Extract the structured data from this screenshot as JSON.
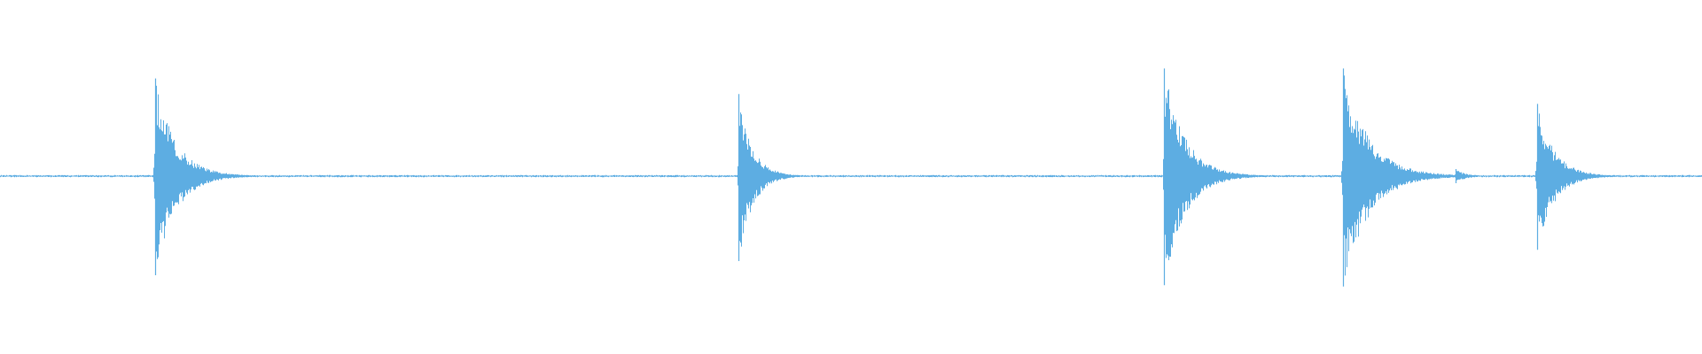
{
  "waveform": {
    "color": "#5dade2",
    "background": "#ffffff",
    "transients": [
      {
        "position": 0.091,
        "amplitude_up": 0.69,
        "amplitude_down": 0.7,
        "decay": 0.012
      },
      {
        "position": 0.434,
        "amplitude_up": 0.58,
        "amplitude_down": 0.6,
        "decay": 0.008
      },
      {
        "position": 0.684,
        "amplitude_up": 0.76,
        "amplitude_down": 0.77,
        "decay": 0.012
      },
      {
        "position": 0.789,
        "amplitude_up": 0.76,
        "amplitude_down": 0.78,
        "decay": 0.015
      },
      {
        "position": 0.855,
        "amplitude_up": 0.05,
        "amplitude_down": 0.05,
        "decay": 0.006
      },
      {
        "position": 0.903,
        "amplitude_up": 0.51,
        "amplitude_down": 0.52,
        "decay": 0.01
      }
    ],
    "noise_level": 0.006
  }
}
